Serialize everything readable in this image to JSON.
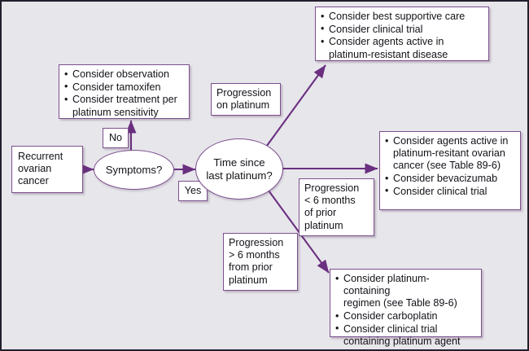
{
  "diagram": {
    "title": "Recurrent ovarian cancer treatment algorithm",
    "background_color": "#e7e6eb",
    "node_border_color": "#7c4f8e",
    "node_fill_color": "#ffffff",
    "arrow_color": "#6b2f80",
    "frame_color": "#231f2c"
  },
  "nodes": {
    "start": {
      "name": "recurrent-ovarian-cancer",
      "lines": [
        "Recurrent",
        "ovarian",
        "cancer"
      ]
    },
    "symptoms_decision": {
      "name": "symptoms-decision",
      "lines": [
        "Symptoms?"
      ]
    },
    "time_decision": {
      "name": "time-since-last-platinum-decision",
      "lines": [
        "Time since",
        "last platinum?"
      ]
    },
    "no_symptoms_box": {
      "name": "no-symptoms-options",
      "bullets": [
        [
          "Consider observation"
        ],
        [
          "Consider tamoxifen"
        ],
        [
          "Consider treatment per",
          "platinum sensitivity"
        ]
      ]
    },
    "progression_on_platinum_box": {
      "name": "progression-on-platinum-options",
      "bullets": [
        [
          "Consider best supportive care"
        ],
        [
          "Consider clinical trial"
        ],
        [
          "Consider agents active in",
          "platinum-resistant disease"
        ]
      ]
    },
    "less_than_six_box": {
      "name": "platinum-resistant-options",
      "bullets": [
        [
          "Consider agents active in",
          "platinum-resitant ovarian",
          "cancer (see Table 89-6)"
        ],
        [
          "Consider bevacizumab"
        ],
        [
          "Consider clinical trial"
        ]
      ]
    },
    "more_than_six_box": {
      "name": "platinum-sensitive-options",
      "bullets": [
        [
          "Consider platinum-containing",
          "regimen (see Table 89-6)"
        ],
        [
          "Consider carboplatin"
        ],
        [
          "Consider clinical trial",
          "containing platinum agent"
        ]
      ]
    }
  },
  "edge_labels": {
    "no": {
      "name": "edge-label-no",
      "lines": [
        "No"
      ]
    },
    "yes": {
      "name": "edge-label-yes",
      "lines": [
        "Yes"
      ]
    },
    "progression_on_platinum": {
      "name": "edge-label-progression-on-platinum",
      "lines": [
        "Progression",
        "on platinum"
      ]
    },
    "progression_less_6": {
      "name": "edge-label-progression-less-6-months",
      "lines": [
        "Progression",
        "< 6 months",
        "of prior",
        "platinum"
      ]
    },
    "progression_more_6": {
      "name": "edge-label-progression-more-6-months",
      "lines": [
        "Progression",
        "> 6 months",
        "from prior",
        "platinum"
      ]
    }
  }
}
